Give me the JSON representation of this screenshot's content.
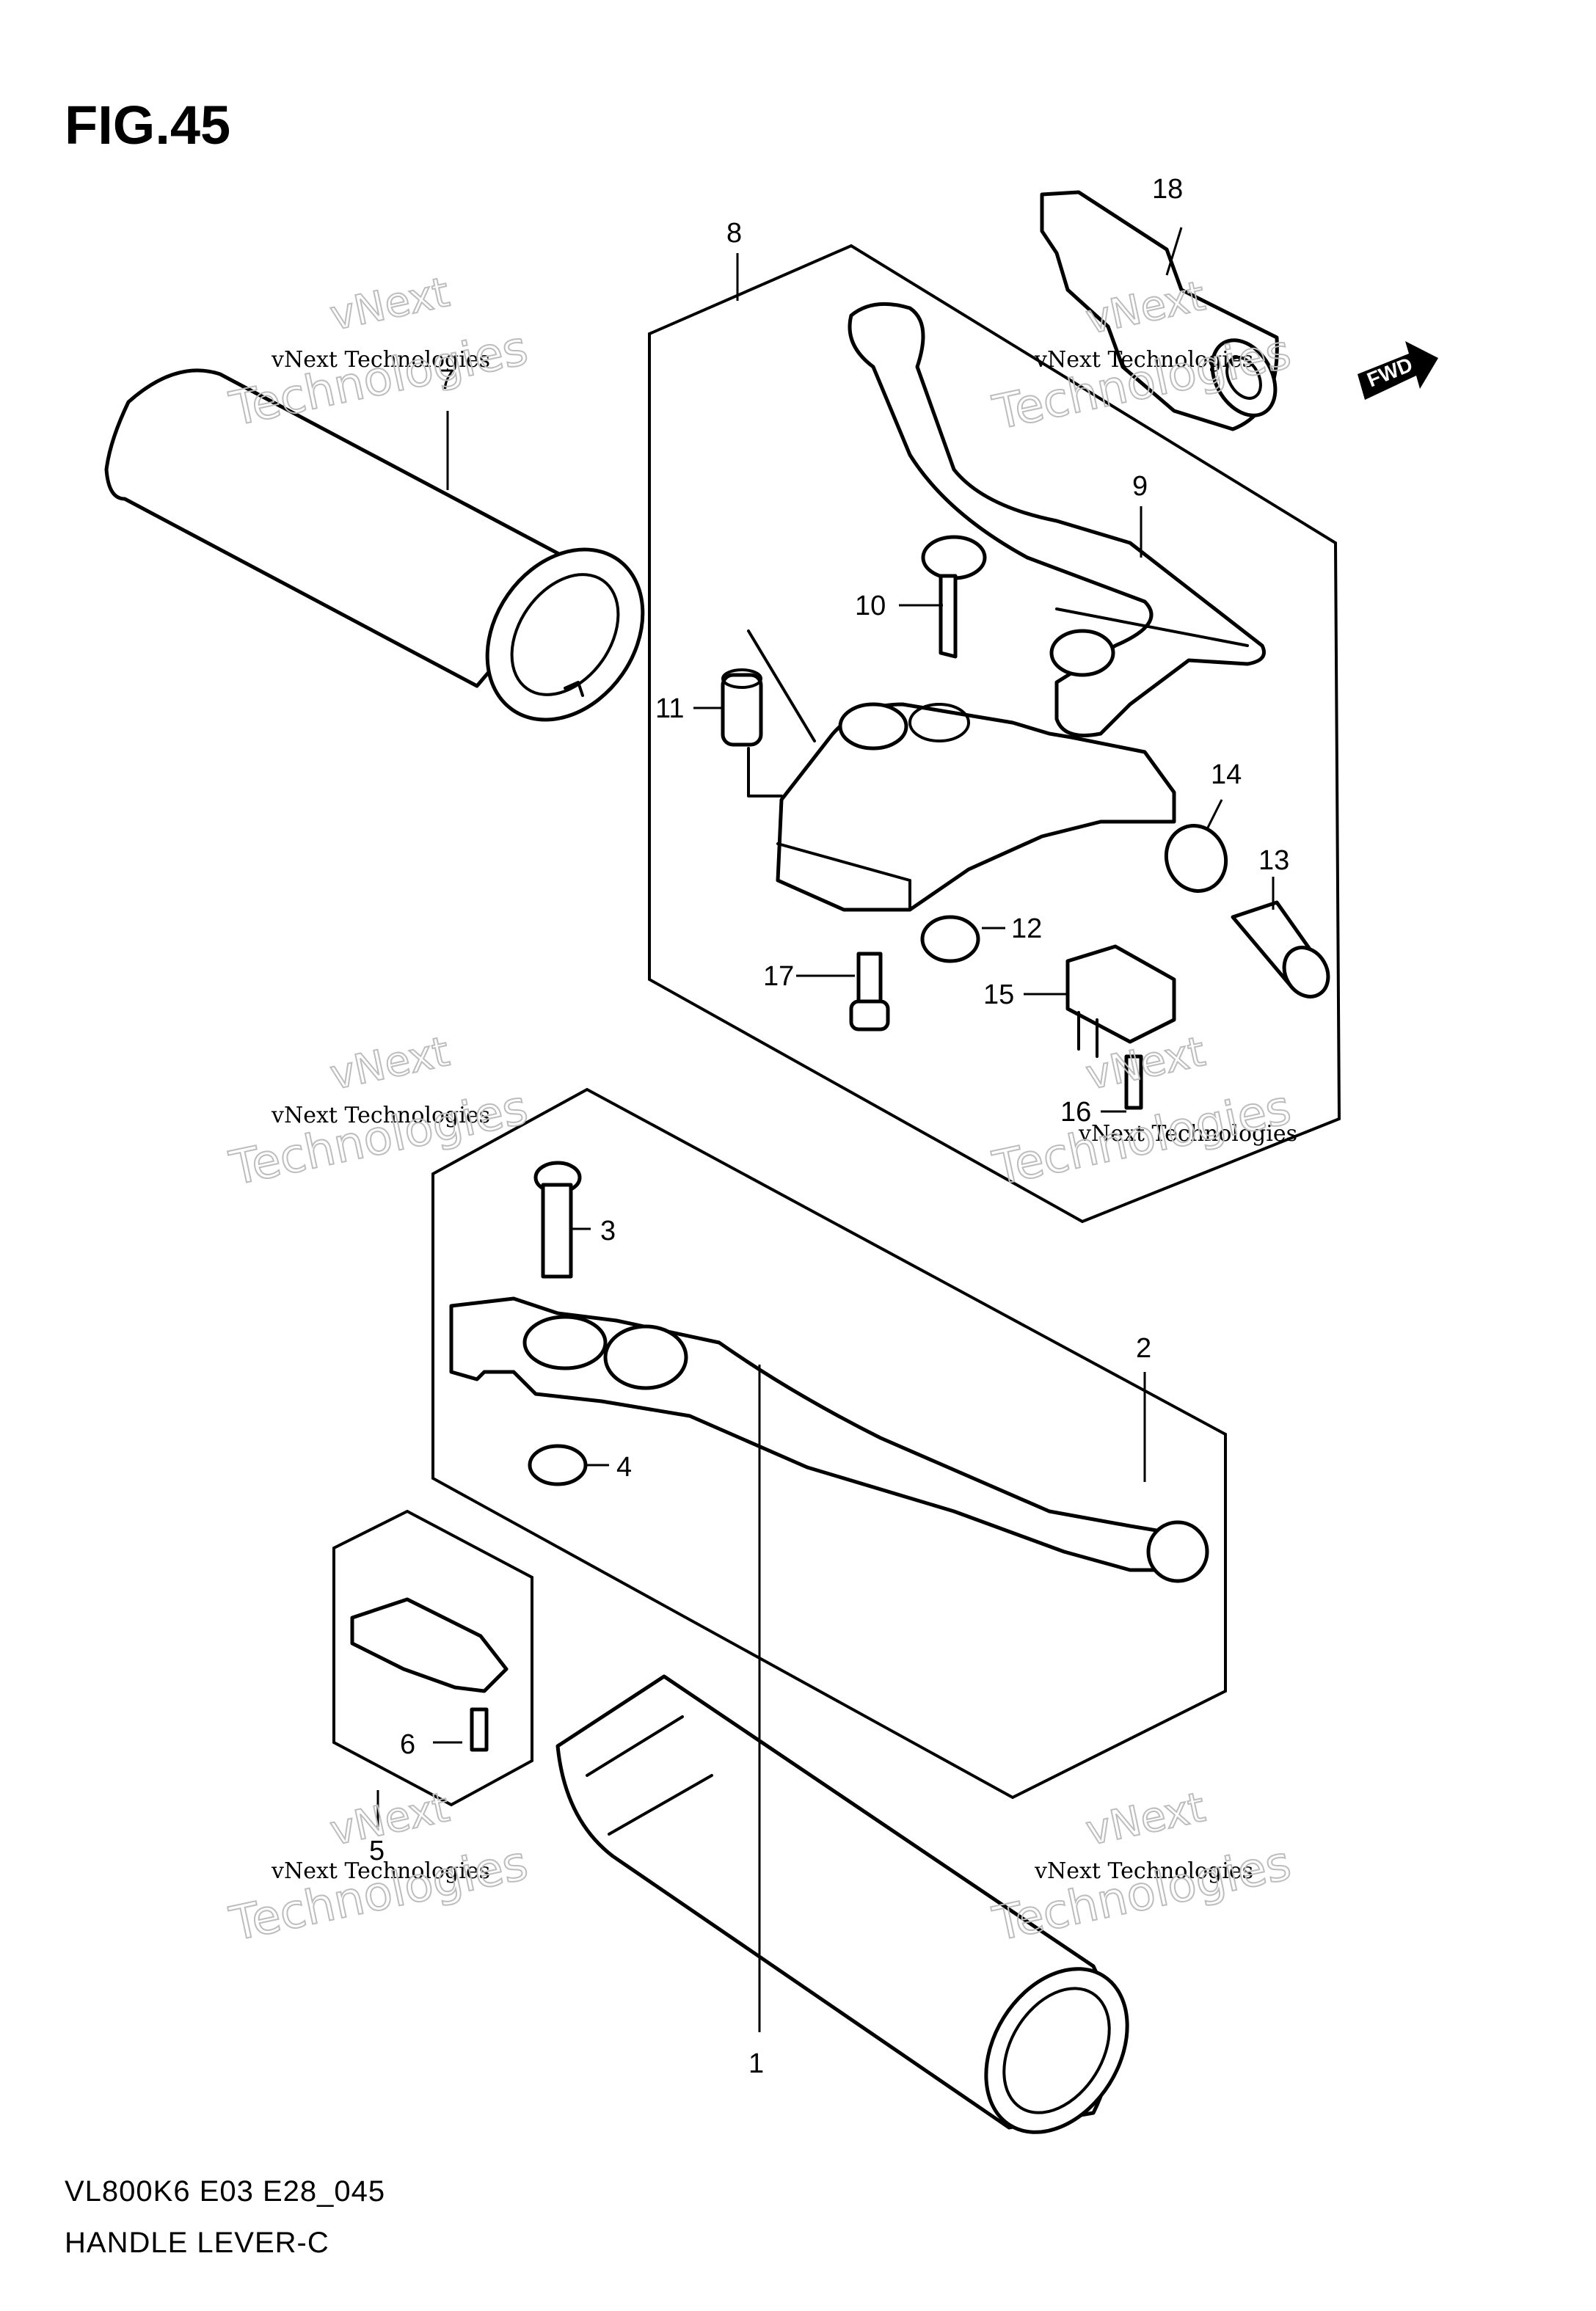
{
  "figure": {
    "title": "FIG.45",
    "model_code": "VL800K6 E03 E28_045",
    "caption": "HANDLE LEVER-C"
  },
  "fwd_label": "FWD",
  "watermark": {
    "line1": "vNext",
    "line2": "vNext Technologies",
    "line3": "Technologies"
  },
  "callouts": [
    "1",
    "2",
    "3",
    "4",
    "5",
    "6",
    "7",
    "8",
    "9",
    "10",
    "11",
    "12",
    "13",
    "14",
    "15",
    "16",
    "17",
    "18"
  ]
}
